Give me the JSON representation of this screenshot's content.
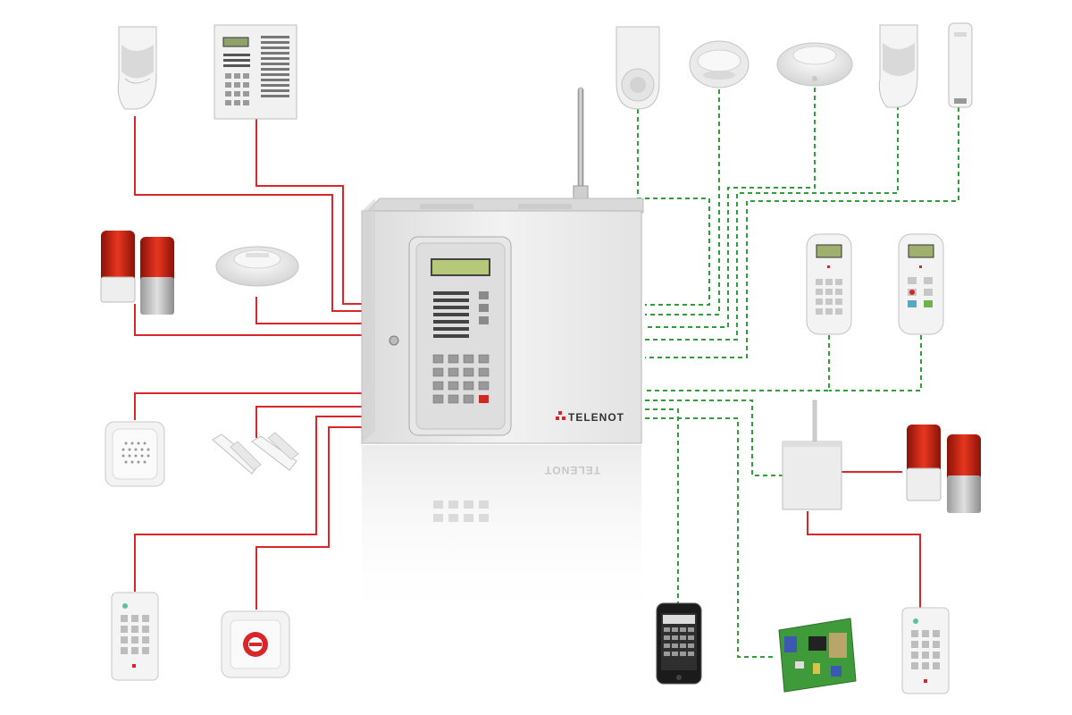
{
  "brand": {
    "name": "TELENOT"
  },
  "colors": {
    "wired": "#d8262b",
    "wireless": "#2f9e3a",
    "device_body": "#eeeeee",
    "device_edge": "#b9b9b9",
    "display": "#a9c06a",
    "lamp_red": "#d62b1f",
    "pcb": "#3f9a3a"
  },
  "devices": [
    {
      "id": "motion-detector-top-left",
      "icon": "motion-detector-icon",
      "link": "wired"
    },
    {
      "id": "control-panel-keypad",
      "icon": "control-keypad-icon",
      "link": "wired"
    },
    {
      "id": "signal-lamps-left",
      "icon": "signal-lamp-icon",
      "link": "wired"
    },
    {
      "id": "smoke-detector-left",
      "icon": "smoke-detector-icon",
      "link": "wired"
    },
    {
      "id": "siren-speaker",
      "icon": "speaker-icon",
      "link": "wired"
    },
    {
      "id": "magnetic-contacts",
      "icon": "magnetic-contact-icon",
      "link": "wired"
    },
    {
      "id": "keypad-bottom-left",
      "icon": "keypad-icon",
      "link": "wired"
    },
    {
      "id": "emergency-button",
      "icon": "panic-button-icon",
      "link": "wired"
    },
    {
      "id": "motion-detector-round",
      "icon": "motion-detector-icon",
      "link": "wireless"
    },
    {
      "id": "smoke-detector-wireless-1",
      "icon": "smoke-detector-icon",
      "link": "wireless"
    },
    {
      "id": "smoke-detector-wireless-2",
      "icon": "smoke-detector-icon",
      "link": "wireless"
    },
    {
      "id": "motion-detector-right",
      "icon": "motion-detector-icon",
      "link": "wireless"
    },
    {
      "id": "handheld-transmitter",
      "icon": "remote-icon",
      "link": "wireless"
    },
    {
      "id": "handheld-keypad-1",
      "icon": "handheld-keypad-icon",
      "link": "wireless"
    },
    {
      "id": "handheld-keypad-2",
      "icon": "handheld-keypad-icon",
      "link": "wireless"
    },
    {
      "id": "radio-receiver",
      "icon": "radio-module-icon",
      "link": "wireless"
    },
    {
      "id": "signal-lamps-right",
      "icon": "signal-lamp-icon",
      "link": "wired"
    },
    {
      "id": "smartphone",
      "icon": "smartphone-icon",
      "link": "wireless"
    },
    {
      "id": "communication-board",
      "icon": "circuit-board-icon",
      "link": "wireless"
    },
    {
      "id": "keypad-bottom-right",
      "icon": "keypad-icon",
      "link": "wired"
    }
  ]
}
